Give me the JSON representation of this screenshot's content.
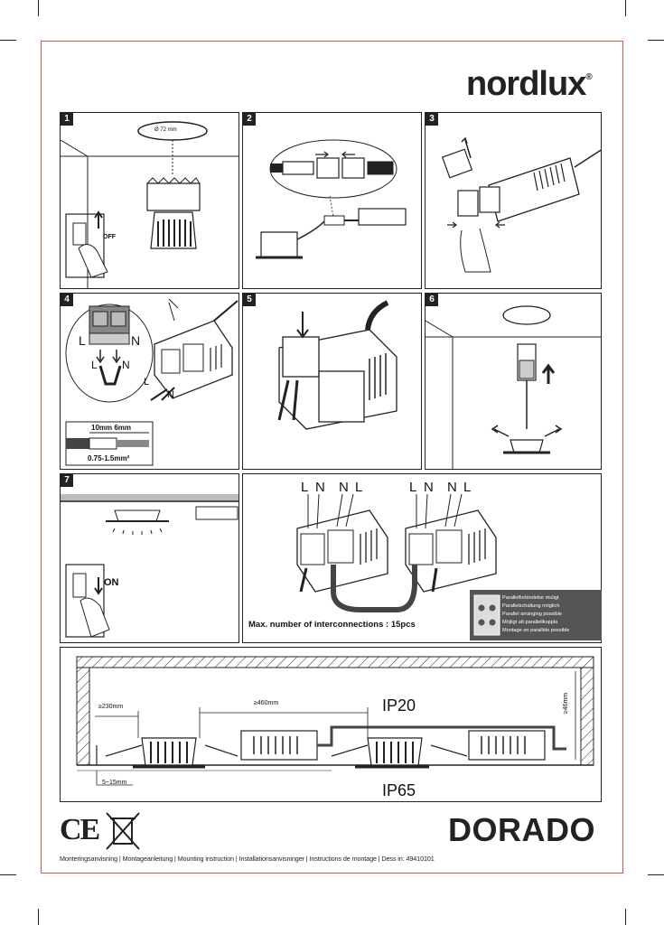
{
  "brand": {
    "logo_text": "nordlux",
    "registered": "®"
  },
  "product": {
    "name": "DORADO"
  },
  "steps": [
    {
      "number": "1",
      "hole_label": "Ø 72 mm",
      "switch_label": "OFF"
    },
    {
      "number": "2"
    },
    {
      "number": "3"
    },
    {
      "number": "4",
      "L": "L",
      "N": "N",
      "strip_label": "10mm  6mm",
      "wire_label": "0.75-1.5mm²"
    },
    {
      "number": "5"
    },
    {
      "number": "6"
    },
    {
      "number": "7",
      "switch_label": "ON"
    }
  ],
  "interconnect": {
    "labels": [
      "L",
      "N",
      "N",
      "L",
      "L",
      "N",
      "N",
      "L"
    ],
    "max_text": "Max. number of interconnections : 15pcs",
    "parallel_lines": [
      "Parallelforbindelse muligt",
      "Parallelschaltung möglich",
      "Parallel arranging possible",
      "Möjligt att parallellkoppla",
      "Montage en parallèle possible"
    ]
  },
  "installation": {
    "dim_left": "≥230mm",
    "dim_mid": "≥460mm",
    "dim_height": "≥46mm",
    "dim_ceiling": "5~15mm",
    "ip_top": "IP20",
    "ip_bottom": "IP65"
  },
  "footer": {
    "text": "Monteringsanvisning | Montageanleitung | Mounting instruction | Installationsanvisninger | Instructions de montage | Dess in: 49410101"
  },
  "marks": {
    "ce": "CE"
  },
  "colors": {
    "frame": "#d9534f",
    "ink": "#222222",
    "parallel_box": "#555555"
  }
}
